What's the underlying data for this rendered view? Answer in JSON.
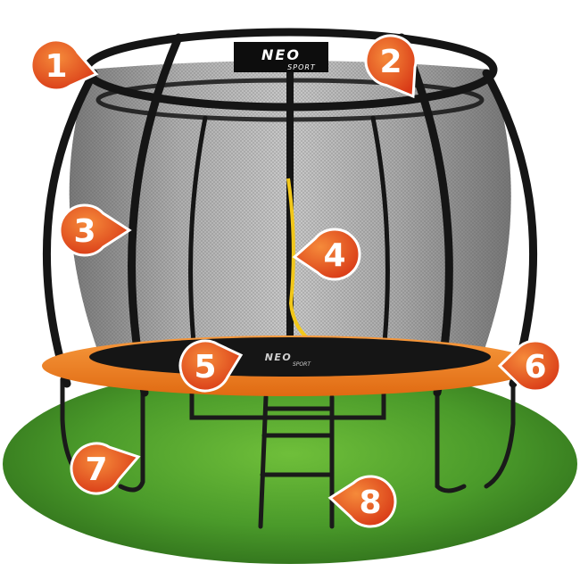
{
  "brand": {
    "logo_top": "NEO",
    "logo_bottom": "SPORT",
    "colors": {
      "accent_orange": "#f47b20",
      "badge_red": "#e2431c",
      "badge_orange": "#f26a22",
      "net_grey": "#8d8d8d",
      "pole_black": "#1a1a1a",
      "grass_green": "#4a9a2a",
      "zipper_yellow": "#f2c81b"
    }
  },
  "callouts": [
    {
      "number": "1"
    },
    {
      "number": "2"
    },
    {
      "number": "3"
    },
    {
      "number": "4"
    },
    {
      "number": "5"
    },
    {
      "number": "6"
    },
    {
      "number": "7"
    },
    {
      "number": "8"
    }
  ]
}
